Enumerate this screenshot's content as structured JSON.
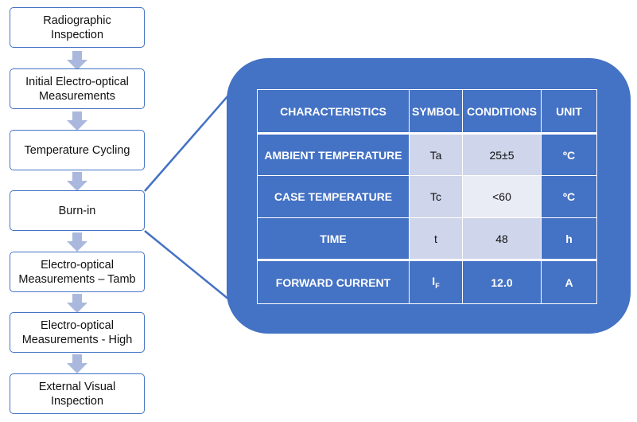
{
  "flow": {
    "steps": [
      "Radiographic\nInspection",
      "Initial Electro-optical\nMeasurements",
      "Temperature  Cycling",
      "Burn-in",
      "Electro-optical\nMeasurements – Tamb",
      "Electro-optical\nMeasurements - High",
      "External Visual\nInspection"
    ]
  },
  "table": {
    "headers": [
      "CHARACTERISTICS",
      "SYMBOL",
      "CONDITIONS",
      "UNIT"
    ],
    "rows": [
      [
        "AMBIENT TEMPERATURE",
        "Ta",
        "25±5",
        "ºC"
      ],
      [
        "CASE TEMPERATURE",
        "Tc",
        "<60",
        "ºC"
      ],
      [
        "TIME",
        "t",
        "48",
        "h"
      ],
      [
        "FORWARD CURRENT",
        "IF",
        "12.0",
        "A"
      ]
    ],
    "forward_current_symbol": {
      "base": "I",
      "sub": "F"
    }
  },
  "colors": {
    "accent": "#4472c4",
    "cell_light": "#cfd5ea",
    "cell_lighter": "#e9ebf5",
    "arrow": "#aab8de"
  }
}
